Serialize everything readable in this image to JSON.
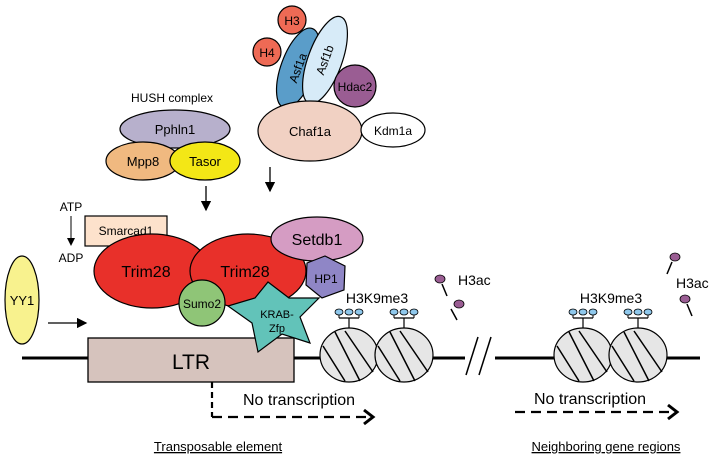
{
  "colors": {
    "pphln1": "#b7b0cc",
    "mpp8": "#f0b980",
    "tasor": "#f3e716",
    "chaf1a": "#f1d1c3",
    "asf1a": "#5a9dc9",
    "asf1b": "#d7ebf8",
    "h3": "#ee6a55",
    "h4": "#ee6a55",
    "hdac2": "#9a5d93",
    "kdm1a": "#ffffff",
    "smarcad1": "#fde2cc",
    "trim28": "#e8302a",
    "setdb1": "#d59cc3",
    "hp1": "#8f86c6",
    "sumo2": "#8fc577",
    "krab_zfp": "#62c3b9",
    "yy1": "#f8f28e",
    "ltr": "#d6c3bd",
    "nucleosome": "#e6e6e6",
    "methyl_mark": "#8fc8ec",
    "acetyl_mark": "#9a5d93"
  },
  "icons": {
    "arrow": "right-arrow-icon",
    "dashed_arrow": "dashed-right-arrow-icon",
    "methyl_mark": "lollipop-mark-icon",
    "acetyl_mark": "lollipop-mark-icon",
    "break": "double-slash-break-icon"
  },
  "labels": {
    "hush_title": "HUSH complex",
    "pphln1": "Pphln1",
    "mpp8": "Mpp8",
    "tasor": "Tasor",
    "h3": "H3",
    "h4": "H4",
    "asf1a": "Asf1a",
    "asf1b": "Asf1b",
    "hdac2": "Hdac2",
    "chaf1a": "Chaf1a",
    "kdm1a": "Kdm1a",
    "atp": "ATP",
    "adp": "ADP",
    "smarcad1": "Smarcad1",
    "trim28_left": "Trim28",
    "trim28_right": "Trim28",
    "setdb1": "Setdb1",
    "hp1": "HP1",
    "sumo2": "Sumo2",
    "krab_line1": "KRAB-",
    "krab_line2": "Zfp",
    "yy1": "YY1",
    "ltr": "LTR",
    "h3k9me3_left": "H3K9me3",
    "h3k9me3_right": "H3K9me3",
    "h3ac_left": "H3ac",
    "h3ac_right": "H3ac",
    "no_transcription_left": "No transcription",
    "no_transcription_right": "No transcription",
    "transposable_element": "Transposable element",
    "neighboring_gene_regions": "Neighboring gene regions"
  }
}
